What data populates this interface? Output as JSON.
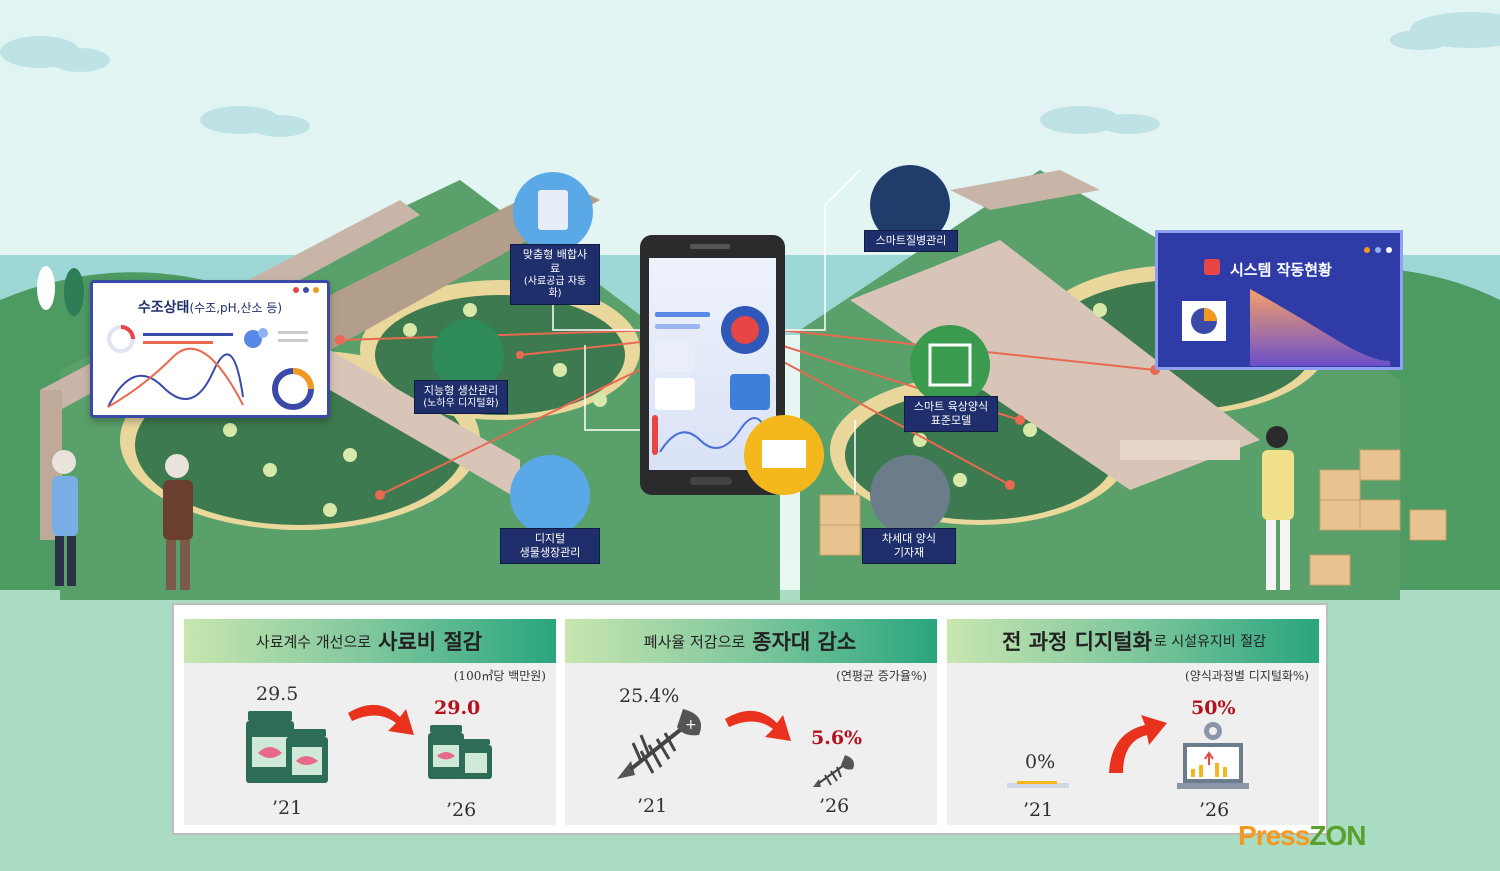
{
  "labels": {
    "feed": [
      "맞춤형 배합사료",
      "(사료공급 자동화)"
    ],
    "production": [
      "지능형 생산관리",
      "(노하우 디지털화)"
    ],
    "growth": [
      "디지털",
      "생물생장관리"
    ],
    "disease": "스마트질병관리",
    "standard": [
      "스마트 육상양식",
      "표준모델"
    ],
    "equipment": [
      "차세대 양식",
      "기자재"
    ]
  },
  "water_panel": {
    "title": "수조상태",
    "subtitle": "(수조,pH,산소 등)"
  },
  "system_panel": {
    "title": "시스템 작동현황"
  },
  "stats": [
    {
      "head_small_1": "사료계수 개선으로",
      "head_big": "사료비 절감",
      "head_small_2": "",
      "unit": "(100㎥당 백만원)",
      "before_value": "29.5",
      "after_value": "29.0",
      "before_year": "’21",
      "after_year": "’26"
    },
    {
      "head_small_1": "폐사율 저감으로",
      "head_big": "종자대 감소",
      "head_small_2": "",
      "unit": "(연평균 증가율%)",
      "before_value": "25.4%",
      "after_value": "5.6%",
      "before_year": "’21",
      "after_year": "’26"
    },
    {
      "head_small_1": "",
      "head_big": "전 과정 디지털화",
      "head_small_2": "로 시설유지비 절감",
      "unit": "(양식과정별 디지털화%)",
      "before_value": "0%",
      "after_value": "50%",
      "before_year": "’21",
      "after_year": "’26"
    }
  ],
  "logo": {
    "first": "P",
    "middle": "ress",
    "last": "ZON"
  },
  "colors": {
    "navy": "#1f2f6b",
    "green_head": "#2aa57e",
    "red_value": "#b4121d",
    "arrow": "#e8321d",
    "logo_orange": "#f39a1e",
    "logo_green": "#5aa02c"
  }
}
